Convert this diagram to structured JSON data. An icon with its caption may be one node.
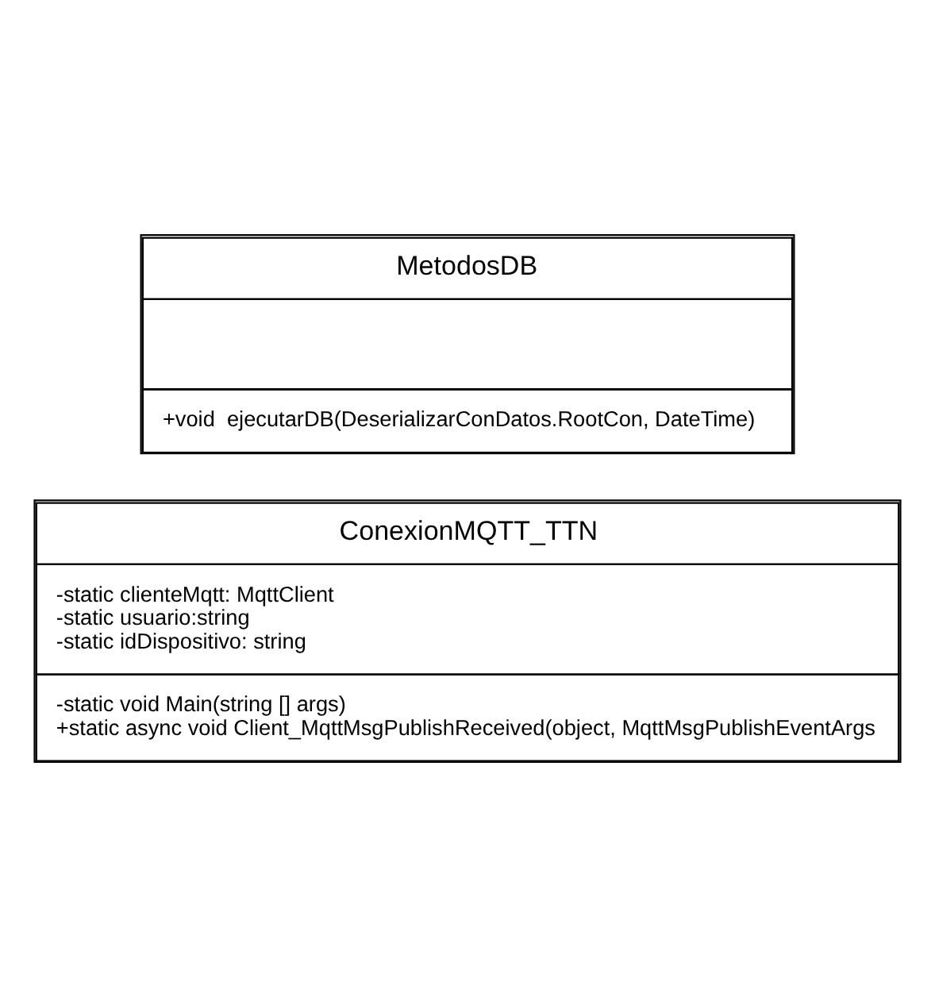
{
  "diagram": {
    "nodes": [
      {
        "text": [
          "ConexionMQTT_TTN",
          "-static clienteMqtt: MqttClient",
          "-static usuario:string",
          "-static idDispositivo: string",
          "-static void Main(string [] args)",
          "+static async void Client_MqttMsgPublishReceived(object, MqttMsgPublishEventArgs"
        ]
      },
      {
        "text": [
          "MetodosDB",
          "+void  ejecutarDB(DeserializarConDatos.RootCon, DateTime)"
        ]
      }
    ],
    "edges": []
  }
}
